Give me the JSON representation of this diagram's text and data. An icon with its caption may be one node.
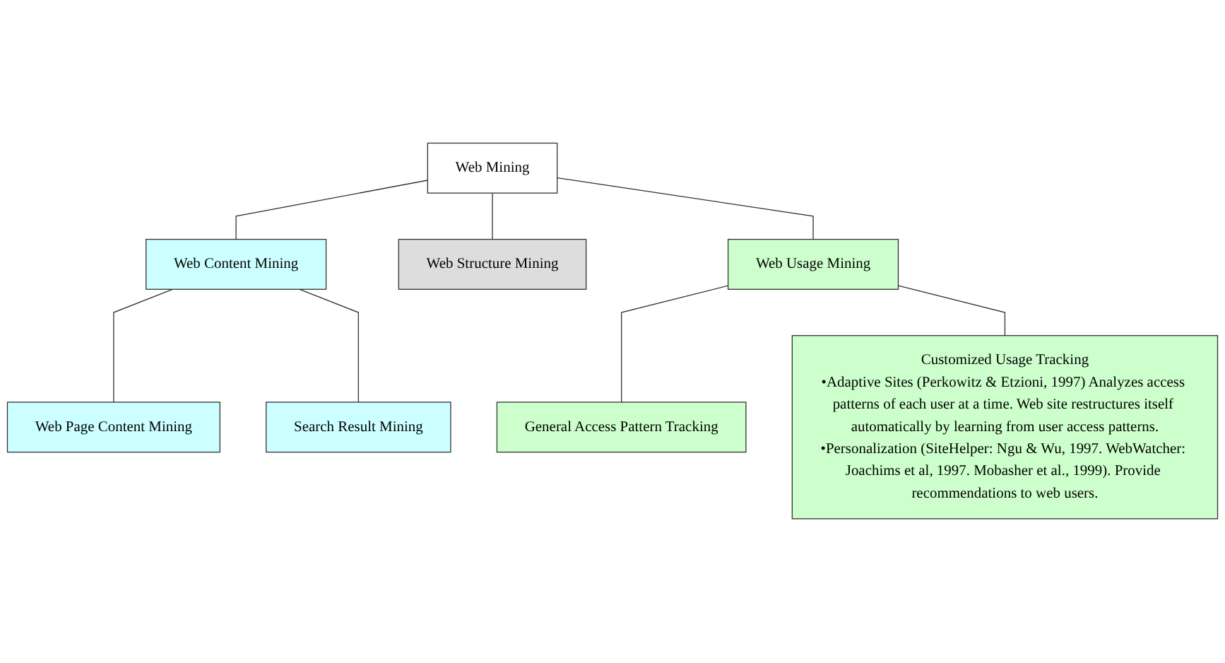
{
  "diagram": {
    "nodes": [
      {
        "text": [
          "Web Mining"
        ]
      },
      {
        "text": [
          "Web Content Mining"
        ]
      },
      {
        "text": [
          "Web Structure Mining"
        ]
      },
      {
        "text": [
          "Web Usage Mining"
        ]
      },
      {
        "text": [
          "Web Page Content Mining"
        ]
      },
      {
        "text": [
          "Search Result Mining"
        ]
      },
      {
        "text": [
          "General Access Pattern Tracking"
        ]
      },
      {
        "text": [
          "Customized Usage Tracking",
          "•Adaptive Sites (Perkowitz & Etzioni, 1997) Analyzes access patterns of each user at a time. Web site restructures itself automatically by learning from user access patterns.",
          "•Personalization (SiteHelper: Ngu & Wu, 1997. WebWatcher: Joachims et al, 1997. Mobasher et al., 1999). Provide recommendations to web users."
        ]
      }
    ],
    "edges": [
      {
        "from": 0,
        "to": 1,
        "arrow": "none"
      },
      {
        "from": 0,
        "to": 2,
        "arrow": "none"
      },
      {
        "from": 0,
        "to": 3,
        "arrow": "none"
      },
      {
        "from": 1,
        "to": 4,
        "arrow": "none"
      },
      {
        "from": 1,
        "to": 5,
        "arrow": "none"
      },
      {
        "from": 3,
        "to": 6,
        "arrow": "none"
      },
      {
        "from": 3,
        "to": 7,
        "arrow": "none"
      }
    ]
  }
}
